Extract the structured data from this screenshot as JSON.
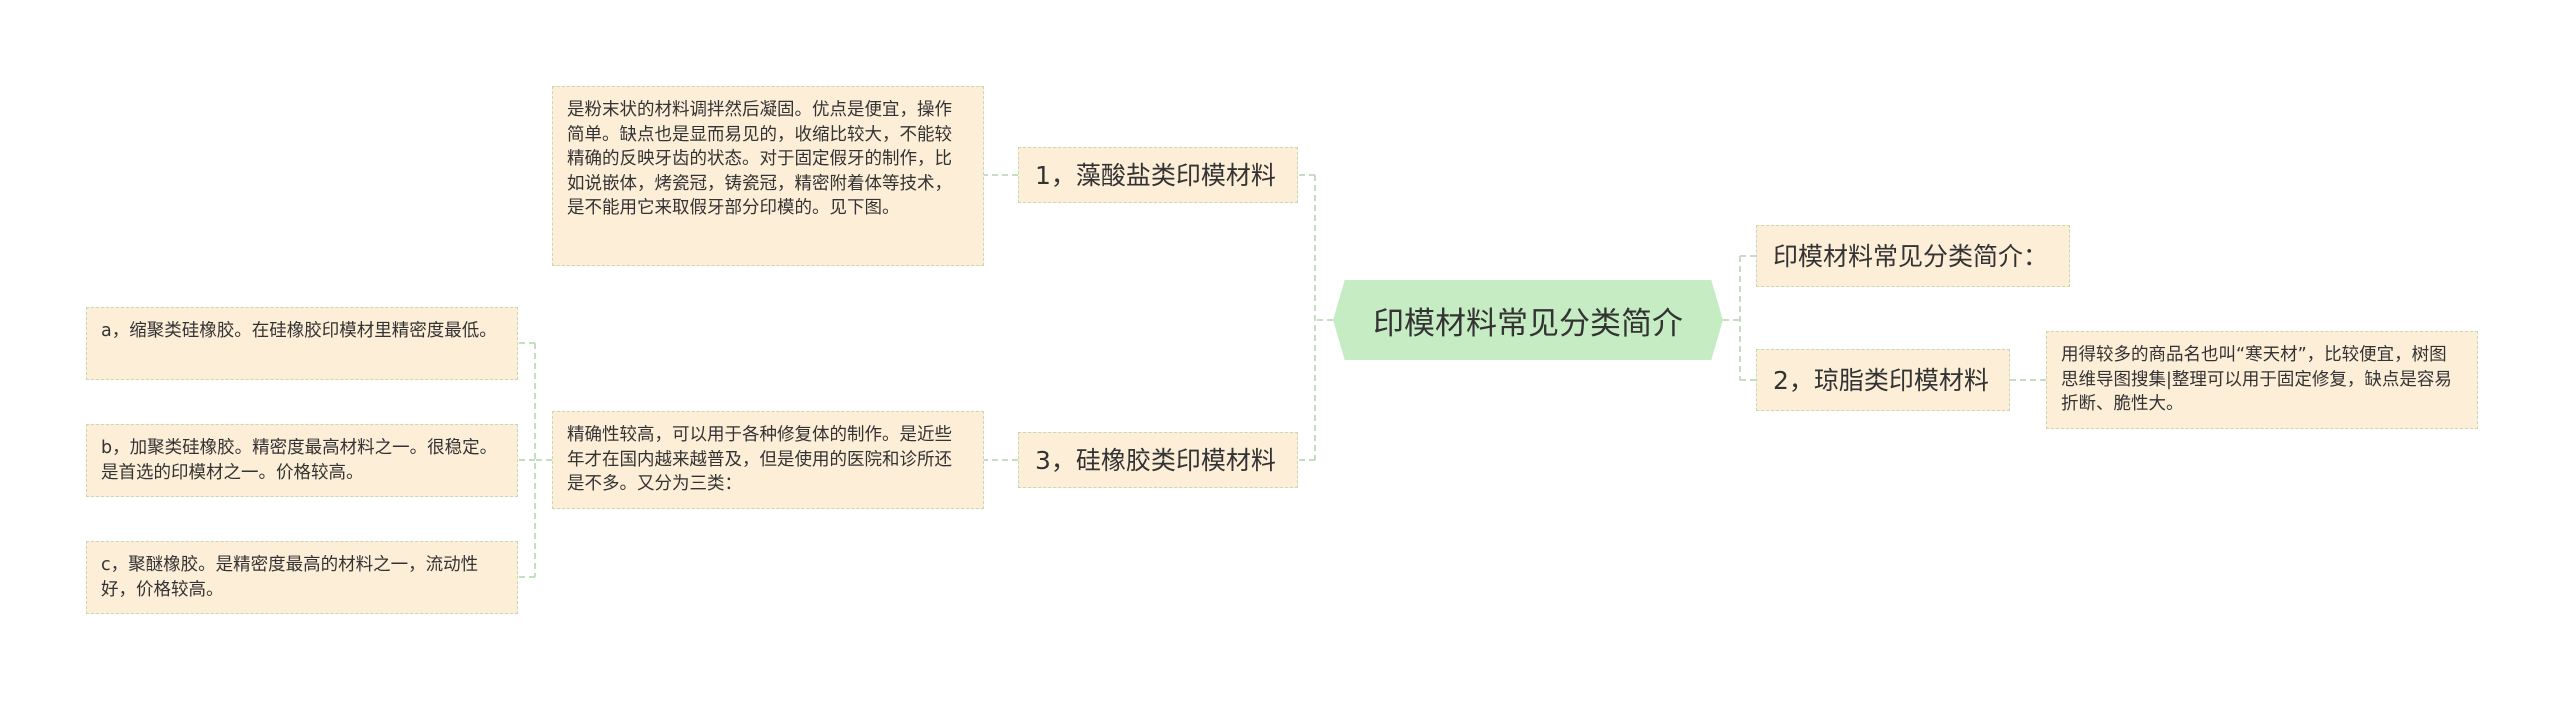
{
  "mindmap": {
    "root": {
      "text": "印模材料常见分类简介"
    },
    "nodes": {
      "alginate": {
        "text": "1，藻酸盐类印模材料"
      },
      "alginate_desc": {
        "text": "是粉末状的材料调拌然后凝固。优点是便宜，操作简单。缺点也是显而易见的，收缩比较大，不能较精确的反映牙齿的状态。对于固定假牙的制作，比如说嵌体，烤瓷冠，铸瓷冠，精密附着体等技术，是不能用它来取假牙部分印模的。见下图。"
      },
      "silicone": {
        "text": "3，硅橡胶类印模材料"
      },
      "silicone_desc": {
        "text": "精确性较高，可以用于各种修复体的制作。是近些年才在国内越来越普及，但是使用的医院和诊所还是不多。又分为三类："
      },
      "silicone_a": {
        "text": "a，缩聚类硅橡胶。在硅橡胶印模材里精密度最低。"
      },
      "silicone_b": {
        "text": "b，加聚类硅橡胶。精密度最高材料之一。很稳定。是首选的印模材之一。价格较高。"
      },
      "silicone_c": {
        "text": "c，聚醚橡胶。是精密度最高的材料之一，流动性好，价格较高。"
      },
      "intro": {
        "text": "印模材料常见分类简介："
      },
      "agar": {
        "text": "2，琼脂类印模材料"
      },
      "agar_desc": {
        "text": "用得较多的商品名也叫“寒天材”，比较便宜，树图思维导图搜集|整理可以用于固定修复，缺点是容易折断、脆性大。"
      }
    }
  },
  "colors": {
    "root_fill": "#c6ecc3",
    "node_fill": "#fdeed8",
    "node_border": "#c9d7b4",
    "connector": "#c3dfc0",
    "text": "#333333"
  }
}
